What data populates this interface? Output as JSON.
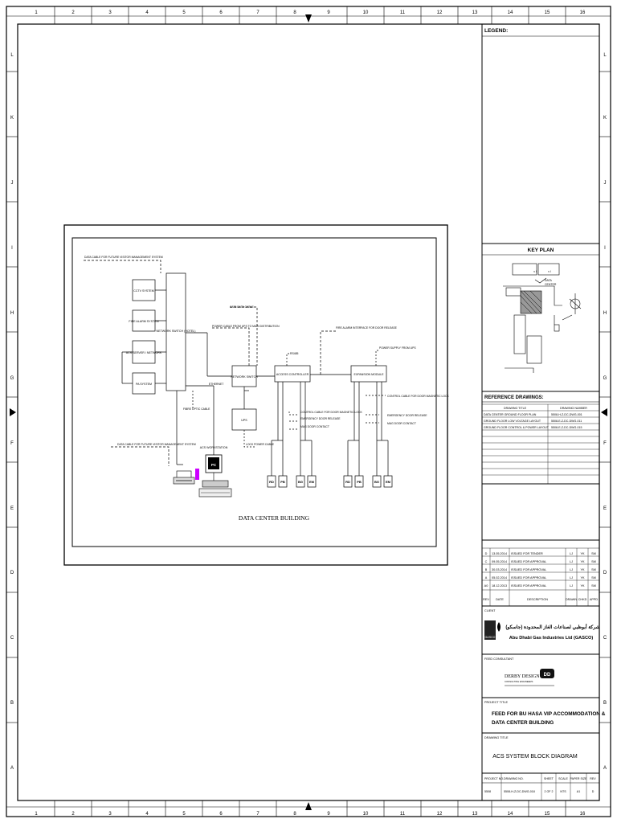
{
  "border": {
    "col_numbers": [
      "1",
      "2",
      "3",
      "4",
      "5",
      "6",
      "7",
      "8",
      "9",
      "10",
      "11",
      "12",
      "13",
      "14",
      "15",
      "16"
    ],
    "row_letters": [
      "L",
      "K",
      "J",
      "I",
      "H",
      "G",
      "F",
      "E",
      "D",
      "C",
      "B",
      "A"
    ]
  },
  "legend": {
    "title": "LEGEND:"
  },
  "key_plan": {
    "title": "KEY PLAN"
  },
  "reference_drawings": {
    "title": "REFERENCE DRAWINGS:",
    "headers": [
      "DRAWING TITLE",
      "DRAWING NUMBER"
    ],
    "rows": [
      [
        "DATA CENTER GROUND FLOOR PLAN",
        "5508-H-Z-DC-DWG-001"
      ],
      [
        "GROUND FLOOR LOW VOLTAGE LAYOUT",
        "5508-E-Z-DC-DWG-011"
      ],
      [
        "GROUND FLOOR CONTROL & POWER LAYOUT",
        "5508-E-Z-DC-DWG-015"
      ]
    ]
  },
  "revisions": {
    "rows": [
      [
        "D",
        "13.05.2014",
        "ISSUED FOR TENDER",
        "LJ",
        "YK",
        "SM"
      ],
      [
        "C",
        "09.05.2014",
        "ISSUED FOR APPROVAL",
        "LJ",
        "YK",
        "SM"
      ],
      [
        "B",
        "30.03.2014",
        "ISSUED FOR APPROVAL",
        "LJ",
        "YK",
        "SM"
      ],
      [
        "A",
        "05.02.2014",
        "ISSUED FOR APPROVAL",
        "LJ",
        "YK",
        "SM"
      ],
      [
        "A0",
        "18.12.2013",
        "ISSUED FOR APPROVAL",
        "LJ",
        "YK",
        "SM"
      ]
    ],
    "headers": [
      "REV",
      "DATE",
      "DESCRIPTION",
      "DRAWN",
      "CHKD",
      "APPD"
    ]
  },
  "client": {
    "label": "CLIENT",
    "arabic": "شركة أبوظبي لصناعات الغاز المحدودة (جاسكو)",
    "name": "Abu Dhabi Gas Industries Ltd (GASCO)",
    "logo_text": "GASCO"
  },
  "consultant": {
    "label": "FEED CONSULTANT",
    "name": "DERBY DESIGN",
    "tagline": "CONSULTING ENGINEERS",
    "logo_text": "DD"
  },
  "project": {
    "label": "PROJECT TITLE",
    "title_line1": "FEED FOR BU HASA VIP ACCOMMODATION &",
    "title_line2": "DATA CENTER BUILDING"
  },
  "drawing": {
    "label": "DRAWING TITLE",
    "title": "ACS SYSTEM BLOCK DIAGRAM"
  },
  "bottom_row": {
    "headers": [
      "PROJECT NO.",
      "DRAWING NO.",
      "SHEET",
      "SCALE",
      "PAPER SIZE",
      "REV"
    ],
    "values": [
      "5508",
      "5508-H-Z-DC-DWG-018",
      "2 OF 2",
      "NTS",
      "A1",
      "D"
    ]
  },
  "diagram": {
    "caption": "DATA CENTER BUILDING",
    "blocks": {
      "cctv": "CCTV SYSTEM",
      "fire": "FIRE ALARM SYSTEM",
      "acs_server": "ACS SERVER / NETWORK",
      "pa": "PA SYSTEM",
      "switch": "NETWORK SWITCH (HOTEL)",
      "switch2": "NETWORK SWITCH",
      "ups": "UPS",
      "access_ctrl": "ACCESS CONTROLLER",
      "expansion": "EXPANSION MODULE",
      "workstation": "ACS WORKSTATION"
    },
    "notes": {
      "top_left": "DATA CABLE FOR FUTURE VISITOR MANAGEMENT SYSTEM",
      "cat_cable": "CAT6 DATA CABLE",
      "power_cable": "POWER CABLE FROM UPS TO MAIN DISTRIBUTION",
      "fire_alarm": "FIRE ALARM INTERFACE FOR DOOR RELEASE",
      "power_supply": "POWER SUPPLY FROM UPS",
      "rs485": "RS485",
      "ethernet": "ETHERNET",
      "fibre": "FIBRE OPTIC CABLE",
      "bottom_left": "DATA CABLE FOR FUTURE VISITOR MANAGEMENT SYSTEM",
      "ctrl_a1": "CONTROL CABLE FOR DOOR MAGNETIC LOCK",
      "ctrl_a2": "EMERGENCY DOOR RELEASE",
      "ctrl_a3": "MAG DOOR CONTACT",
      "ctrl_b1": "CONTROL CABLE FOR DOOR MAGNETIC LOCK",
      "ctrl_b2": "EMERGENCY DOOR RELEASE",
      "ctrl_b3": "MAG DOOR CONTACT",
      "cable_u": "LOCK POWER CABLE",
      "pc_label": "PC"
    },
    "devices": [
      "RD",
      "PB",
      "BG",
      "EM",
      "RD",
      "PB",
      "BG",
      "EM"
    ]
  }
}
